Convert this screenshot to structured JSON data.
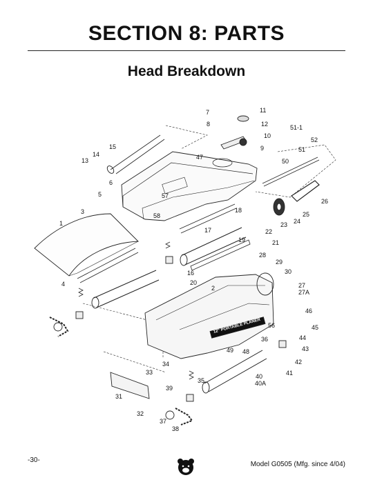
{
  "header": {
    "section_title": "SECTION 8: PARTS",
    "subtitle": "Head Breakdown"
  },
  "diagram": {
    "callouts": [
      {
        "id": "c7",
        "label": "7"
      },
      {
        "id": "c11",
        "label": "11"
      },
      {
        "id": "c8",
        "label": "8"
      },
      {
        "id": "c12",
        "label": "12"
      },
      {
        "id": "c10",
        "label": "10"
      },
      {
        "id": "c9",
        "label": "9"
      },
      {
        "id": "c51_1",
        "label": "51-1"
      },
      {
        "id": "c52",
        "label": "52"
      },
      {
        "id": "c51",
        "label": "51"
      },
      {
        "id": "c15",
        "label": "15"
      },
      {
        "id": "c14",
        "label": "14"
      },
      {
        "id": "c13",
        "label": "13"
      },
      {
        "id": "c47",
        "label": "47"
      },
      {
        "id": "c50",
        "label": "50"
      },
      {
        "id": "c6",
        "label": "6"
      },
      {
        "id": "c5",
        "label": "5"
      },
      {
        "id": "c57",
        "label": "57"
      },
      {
        "id": "c26",
        "label": "26"
      },
      {
        "id": "c3",
        "label": "3"
      },
      {
        "id": "c58",
        "label": "58"
      },
      {
        "id": "c18",
        "label": "18"
      },
      {
        "id": "c25",
        "label": "25"
      },
      {
        "id": "c24",
        "label": "24"
      },
      {
        "id": "c1",
        "label": "1"
      },
      {
        "id": "c23",
        "label": "23"
      },
      {
        "id": "c17",
        "label": "17"
      },
      {
        "id": "c22",
        "label": "22"
      },
      {
        "id": "c19",
        "label": "19"
      },
      {
        "id": "c21",
        "label": "21"
      },
      {
        "id": "c28",
        "label": "28"
      },
      {
        "id": "c29",
        "label": "29"
      },
      {
        "id": "c30",
        "label": "30"
      },
      {
        "id": "c16",
        "label": "16"
      },
      {
        "id": "c4",
        "label": "4"
      },
      {
        "id": "c20",
        "label": "20"
      },
      {
        "id": "c2",
        "label": "2"
      },
      {
        "id": "c27",
        "label": "27"
      },
      {
        "id": "c27A",
        "label": "27A"
      },
      {
        "id": "c46",
        "label": "46"
      },
      {
        "id": "c56",
        "label": "56"
      },
      {
        "id": "c45",
        "label": "45"
      },
      {
        "id": "c44",
        "label": "44"
      },
      {
        "id": "c36",
        "label": "36"
      },
      {
        "id": "c43",
        "label": "43"
      },
      {
        "id": "c49",
        "label": "49"
      },
      {
        "id": "c48",
        "label": "48"
      },
      {
        "id": "c42",
        "label": "42"
      },
      {
        "id": "c34",
        "label": "34"
      },
      {
        "id": "c33",
        "label": "33"
      },
      {
        "id": "c41",
        "label": "41"
      },
      {
        "id": "c40",
        "label": "40"
      },
      {
        "id": "c40A",
        "label": "40A"
      },
      {
        "id": "c35",
        "label": "35"
      },
      {
        "id": "c39",
        "label": "39"
      },
      {
        "id": "c31",
        "label": "31"
      },
      {
        "id": "c32",
        "label": "32"
      },
      {
        "id": "c37",
        "label": "37"
      },
      {
        "id": "c38",
        "label": "38"
      }
    ],
    "body_label": "12\" PORTABLE PLANER"
  },
  "footer": {
    "page_number": "-30-",
    "model": "Model G0505 (Mfg. since 4/04)"
  }
}
